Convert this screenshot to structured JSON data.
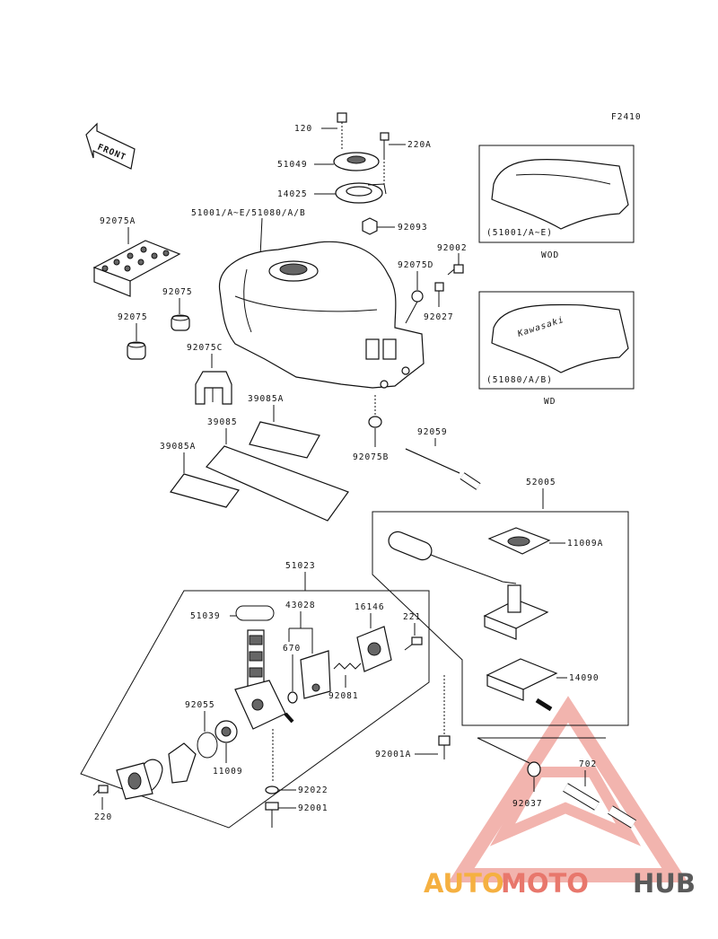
{
  "figure_code": "F2410",
  "front_label": "FRONT",
  "labels": {
    "p120": "120",
    "p220a": "220A",
    "p51049": "51049",
    "p14025": "14025",
    "p51001": "51001/A~E/51080/A/B",
    "p92093": "92093",
    "p92075a": "92075A",
    "p92075_1": "92075",
    "p92075_2": "92075",
    "p92075c": "92075C",
    "p92075d": "92075D",
    "p92075b": "92075B",
    "p92002": "92002",
    "p92027": "92027",
    "p39085a_1": "39085A",
    "p39085": "39085",
    "p39085a_2": "39085A",
    "p92059": "92059",
    "p52005": "52005",
    "p11009a": "11009A",
    "p14090": "14090",
    "p92001a": "92001A",
    "p702": "702",
    "p92037": "92037",
    "p51023": "51023",
    "p51039": "51039",
    "p43028": "43028",
    "p16146": "16146",
    "p221": "221",
    "p670": "670",
    "p92081": "92081",
    "p92055": "92055",
    "p11009": "11009",
    "p220": "220",
    "p92022": "92022",
    "p92001": "92001"
  },
  "inset_wod": {
    "label": "(51001/A~E)",
    "caption": "WOD"
  },
  "inset_wd": {
    "label": "(51080/A/B)",
    "caption": "WD",
    "decal": "Kawasaki"
  },
  "watermark": {
    "part1": "AUTO",
    "part2": "MOTO",
    "part3": "HUB",
    "color1": "#f5b041",
    "color2": "#e8776c",
    "color3": "#5a5a5a"
  }
}
